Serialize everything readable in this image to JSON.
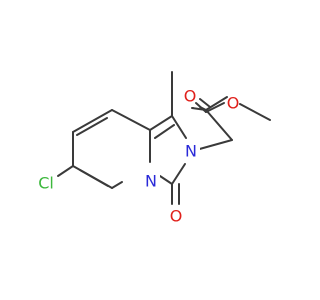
{
  "molecule": {
    "atoms": {
      "cl": {
        "text": "Cl",
        "color": "#3db83d"
      },
      "n_ring": {
        "text": "N",
        "color": "#2a2ad8"
      },
      "n_amide": {
        "text": "N",
        "color": "#2a2ad8"
      },
      "o_ketone": {
        "text": "O",
        "color": "#e0201b"
      },
      "o_ester_carbonyl": {
        "text": "O",
        "color": "#e0201b"
      },
      "o_ester": {
        "text": "O",
        "color": "#e0201b"
      }
    },
    "bond_color": "#3a3a3a"
  }
}
